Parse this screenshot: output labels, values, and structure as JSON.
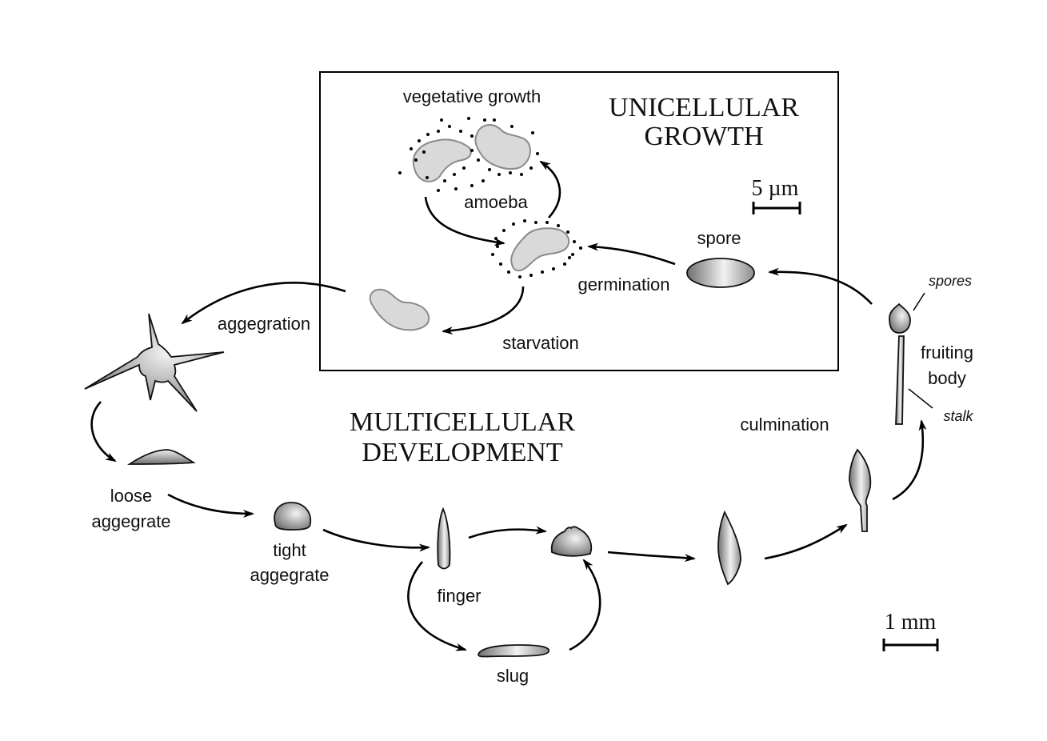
{
  "titles": {
    "unicellular_line1": "UNICELLULAR",
    "unicellular_line2": "GROWTH",
    "multicellular_line1": "MULTICELLULAR",
    "multicellular_line2": "DEVELOPMENT"
  },
  "labels": {
    "vegetative_growth": "vegetative growth",
    "amoeba": "amoeba",
    "spore": "spore",
    "germination": "germination",
    "starvation": "starvation",
    "aggregation": "aggegration",
    "loose_line1": "loose",
    "loose_line2": "aggegrate",
    "tight_line1": "tight",
    "tight_line2": "aggegrate",
    "finger": "finger",
    "slug": "slug",
    "culmination": "culmination",
    "fruiting_line1": "fruiting",
    "fruiting_line2": "body",
    "spores": "spores",
    "stalk": "stalk"
  },
  "scale_bars": {
    "micro": "5 µm",
    "macro": "1 mm"
  },
  "colors": {
    "line": "#000000",
    "cell_fill": "#d9d9d9",
    "cell_stroke": "#8a8a8a",
    "organism_dark": "#6e6e6e",
    "organism_light": "#f2f2f2"
  }
}
